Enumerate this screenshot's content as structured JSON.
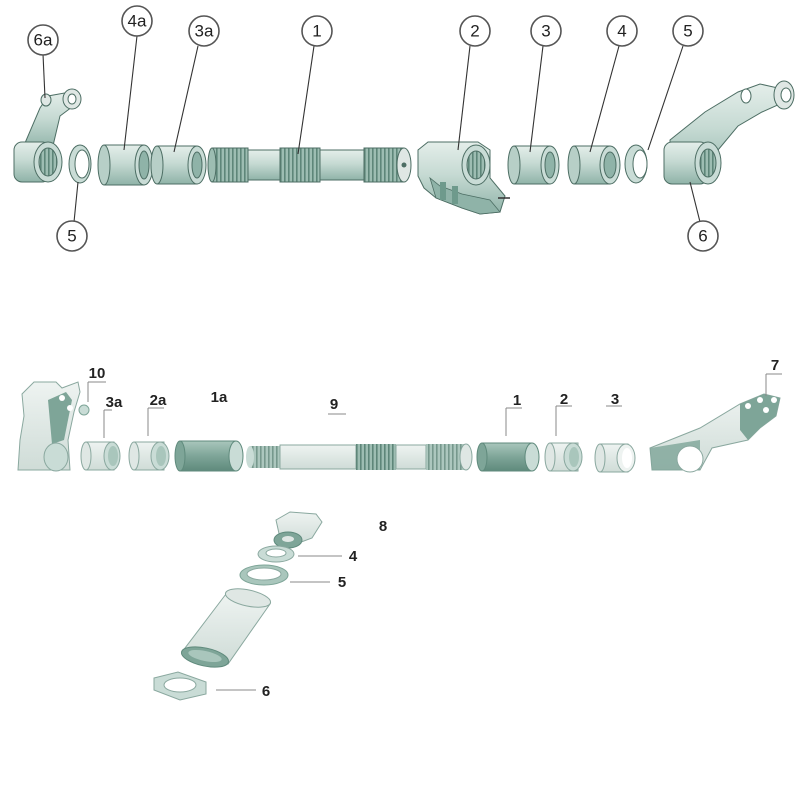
{
  "colors": {
    "part_fill": "#c9dcd6",
    "part_dark": "#8fb3a8",
    "part_darker": "#6e9a8c",
    "outline": "#4d6e64",
    "light_fill": "#dfe7e4"
  },
  "top_assembly": {
    "labels": {
      "part_6a": "6a",
      "part_4a": "4a",
      "part_3a": "3a",
      "part_1": "1",
      "part_2": "2",
      "part_3": "3",
      "part_4": "4",
      "part_5_right": "5",
      "part_5_left": "5",
      "part_6": "6"
    }
  },
  "middle_assembly": {
    "labels": {
      "part_10": "10",
      "part_3a": "3a",
      "part_2a": "2a",
      "part_1a": "1a",
      "part_9": "9",
      "part_1": "1",
      "part_2": "2",
      "part_3": "3",
      "part_7": "7"
    }
  },
  "bottom_assembly": {
    "labels": {
      "part_8": "8",
      "part_4": "4",
      "part_5": "5",
      "part_6": "6"
    }
  }
}
